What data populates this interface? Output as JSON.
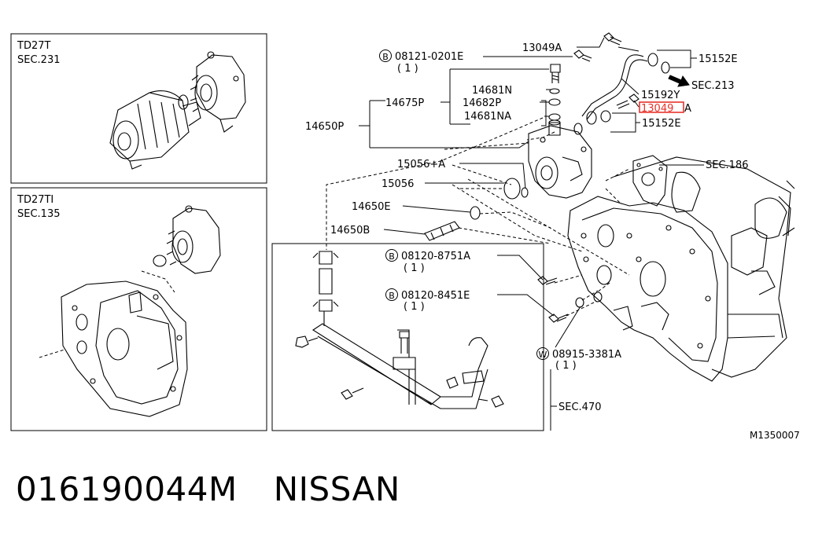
{
  "insets": {
    "top": {
      "model": "TD27T",
      "sec": "SEC.231"
    },
    "bottom": {
      "model": "TD27TI",
      "sec": "SEC.135"
    }
  },
  "callouts": {
    "p13049A_top": "13049A",
    "p08121": "08121-0201E",
    "p08121_qty": "( 1 )",
    "p15152E_top": "15152E",
    "sec213": "SEC.213",
    "p14681N": "14681N",
    "p15192Y": "15192Y",
    "p14675P": "14675P",
    "p14682P": "14682P",
    "p13049A_mid_prefix": "13049",
    "p13049A_mid_suffix": "A",
    "p14681NA": "14681NA",
    "p15152E_mid": "15152E",
    "p14650P": "14650P",
    "p15056A": "15056+A",
    "p15056": "15056",
    "sec186": "SEC.186",
    "p14650E": "14650E",
    "p14650B": "14650B",
    "p08120_8751A": "08120-8751A",
    "p08120_8751A_qty": "( 1 )",
    "p08120_8451E": "08120-8451E",
    "p08120_8451E_qty": "( 1 )",
    "p08915": "08915-3381A",
    "p08915_qty": "( 1 )",
    "sec470": "SEC.470",
    "diagram_id": "M1350007"
  },
  "symbols": {
    "bolt_prefix": "B",
    "washer_prefix": "W"
  },
  "footer": {
    "part_number": "016190044M",
    "brand": "NISSAN"
  },
  "colors": {
    "highlight": "#e8332c",
    "ink": "#000000"
  }
}
